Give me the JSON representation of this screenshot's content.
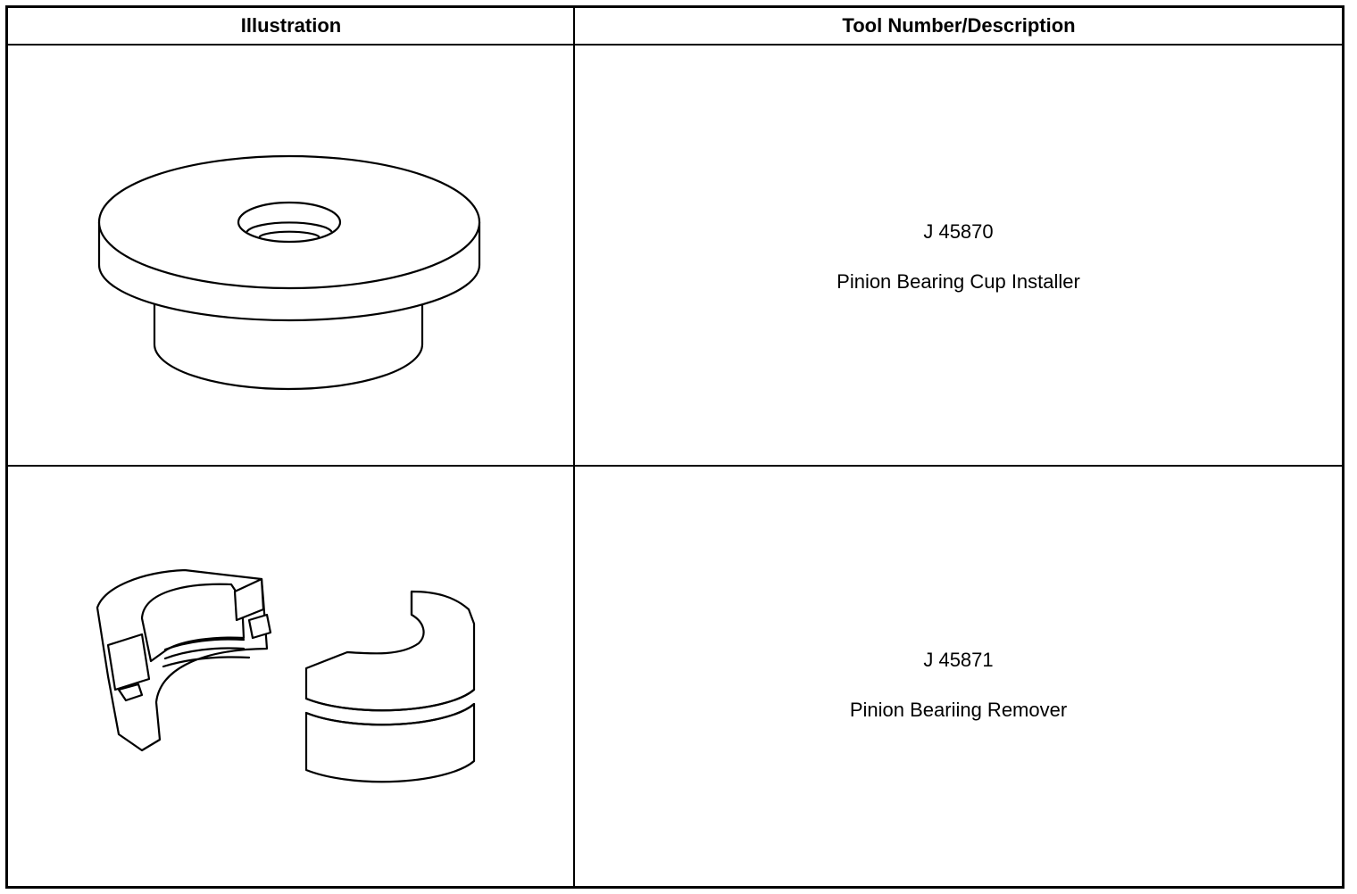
{
  "table": {
    "headers": {
      "illustration": "Illustration",
      "tool": "Tool Number/Description"
    },
    "rows": [
      {
        "tool_number": "J 45870",
        "description": "Pinion Bearing Cup Installer",
        "illustration_icon": "bearing-cup-installer-icon"
      },
      {
        "tool_number": "J 45871",
        "description": "Pinion Beariing Remover",
        "illustration_icon": "bearing-remover-icon"
      }
    ]
  }
}
